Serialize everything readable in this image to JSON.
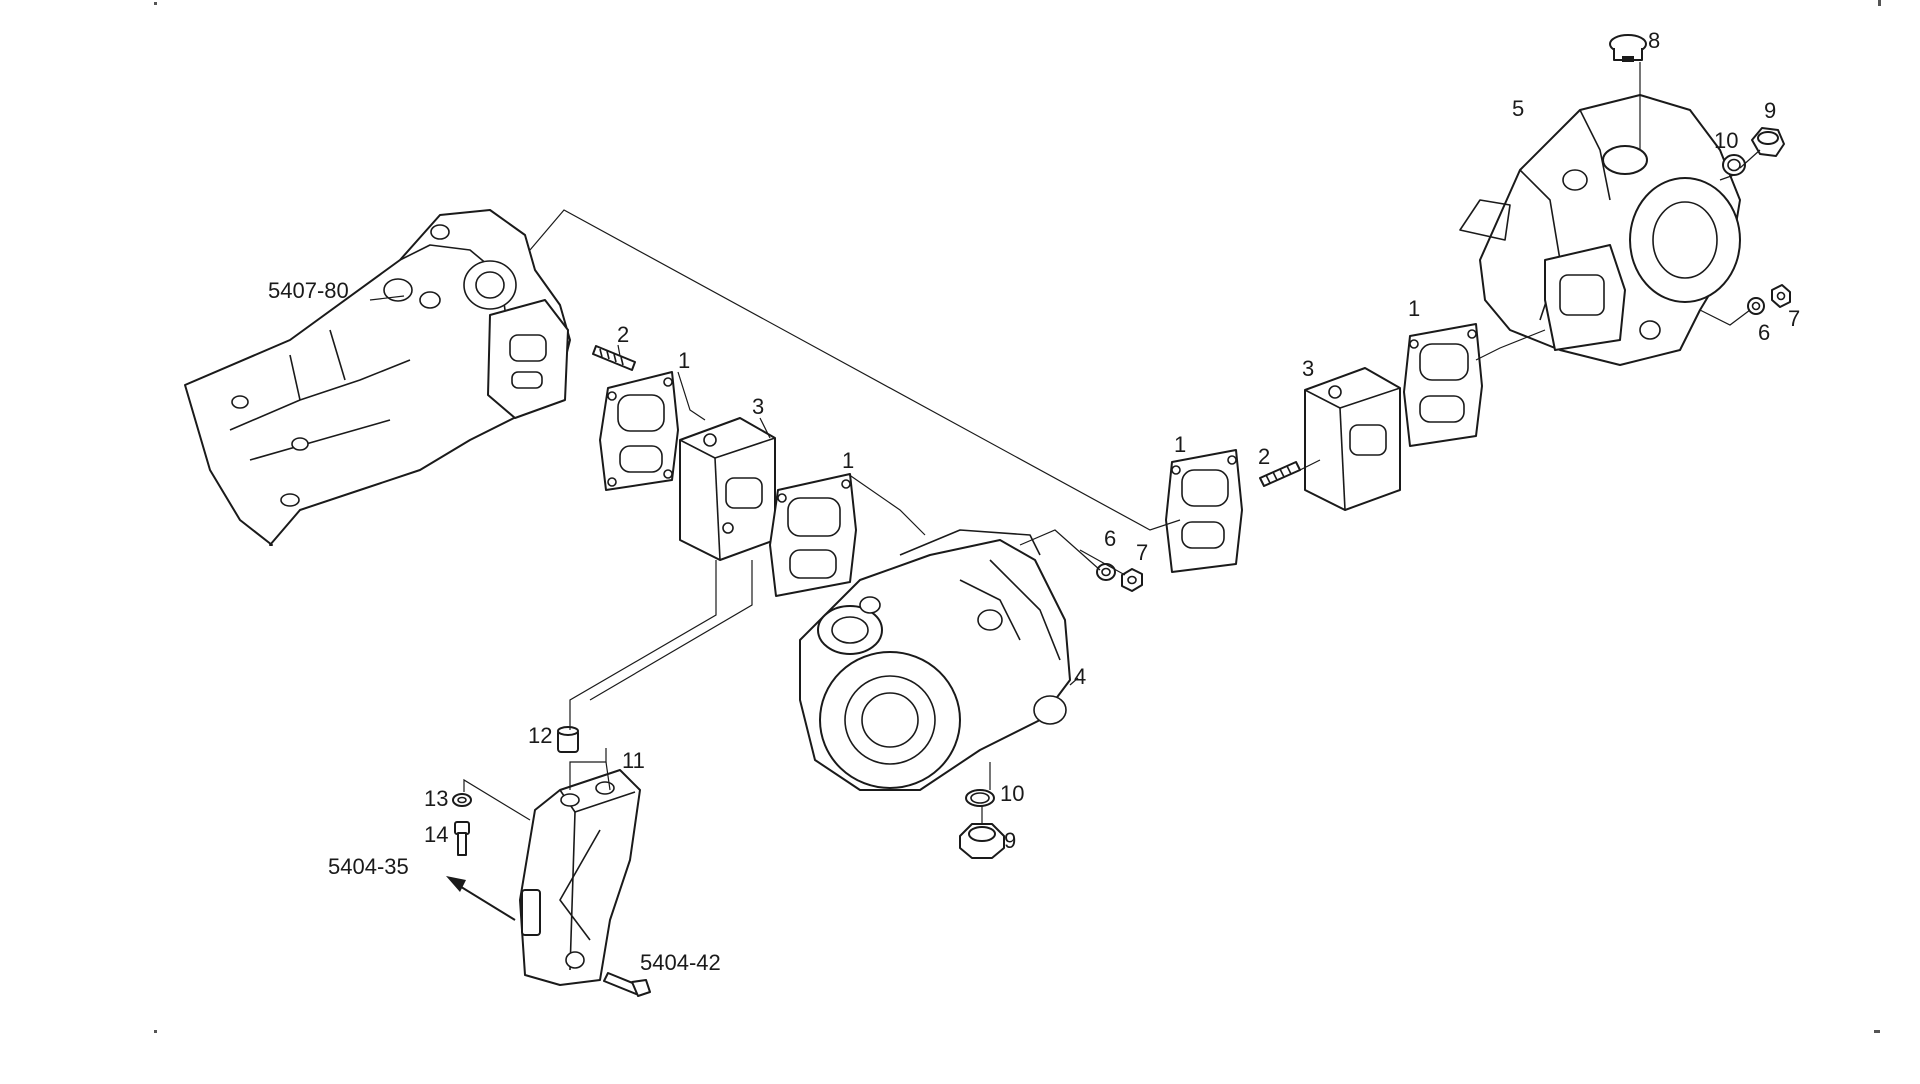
{
  "callouts": {
    "c_5407_80": "5407-80",
    "c_2_left": "2",
    "c_1_left_a": "1",
    "c_3_left": "3",
    "c_1_left_b": "1",
    "c_6_mid": "6",
    "c_7_mid": "7",
    "c_4": "4",
    "c_10_mid": "10",
    "c_9_mid": "9",
    "c_12": "12",
    "c_11": "11",
    "c_13": "13",
    "c_14": "14",
    "c_5404_35": "5404-35",
    "c_5404_42": "5404-42",
    "c_1_right_a": "1",
    "c_2_right": "2",
    "c_3_right": "3",
    "c_1_right_b": "1",
    "c_5": "5",
    "c_8": "8",
    "c_10_right": "10",
    "c_9_right": "9",
    "c_6_right": "6",
    "c_7_right": "7"
  }
}
